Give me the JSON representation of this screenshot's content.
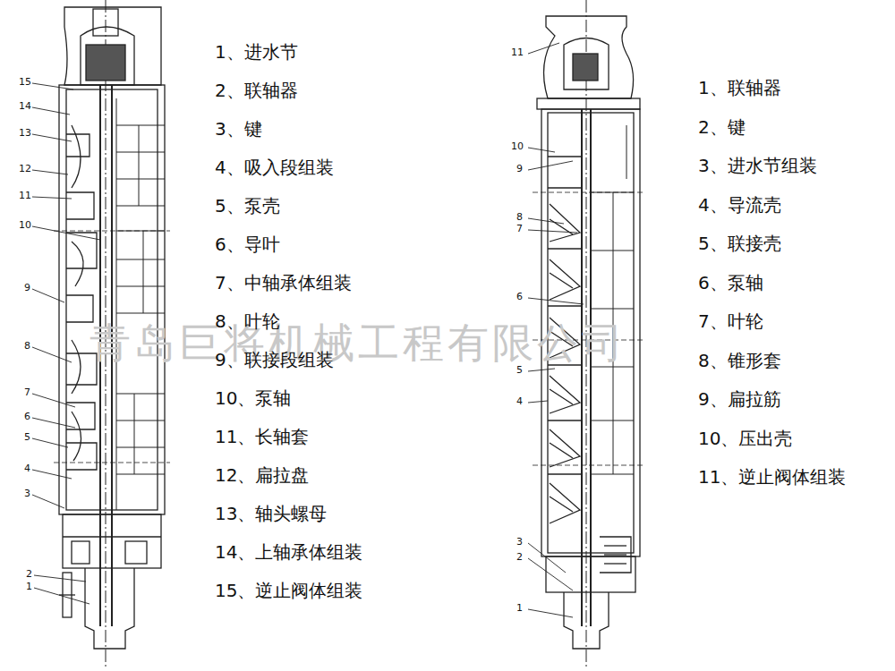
{
  "diagram": {
    "labels": [
      "1、进水节",
      "2、联轴器",
      "3、键",
      "4、吸入段组装",
      "5、泵壳",
      "6、导叶",
      "7、中轴承体组装",
      "8、叶轮",
      "9、联接段组装",
      "10、泵轴",
      "11、长轴套",
      "12、扁拉盘",
      "13、轴头螺母",
      "14、上轴承体组装",
      "15、逆止阀体组装",
      "1、联轴器",
      "2、键",
      "3、进水节组装",
      "4、导流壳",
      "5、联接壳",
      "6、泵轴",
      "7、叶轮",
      "8、锥形套",
      "9、扁拉筋",
      "10、压出壳",
      "11、逆止阀体组装",
      "15",
      "14",
      "13",
      "12",
      "11",
      "10",
      "9",
      "8",
      "7",
      "6",
      "5",
      "4",
      "3",
      "2",
      "1",
      "11",
      "10",
      "9",
      "8",
      "7",
      "6",
      "5",
      "4",
      "3",
      "2",
      "1",
      "青岛巨将机械工程有限公司"
    ]
  }
}
